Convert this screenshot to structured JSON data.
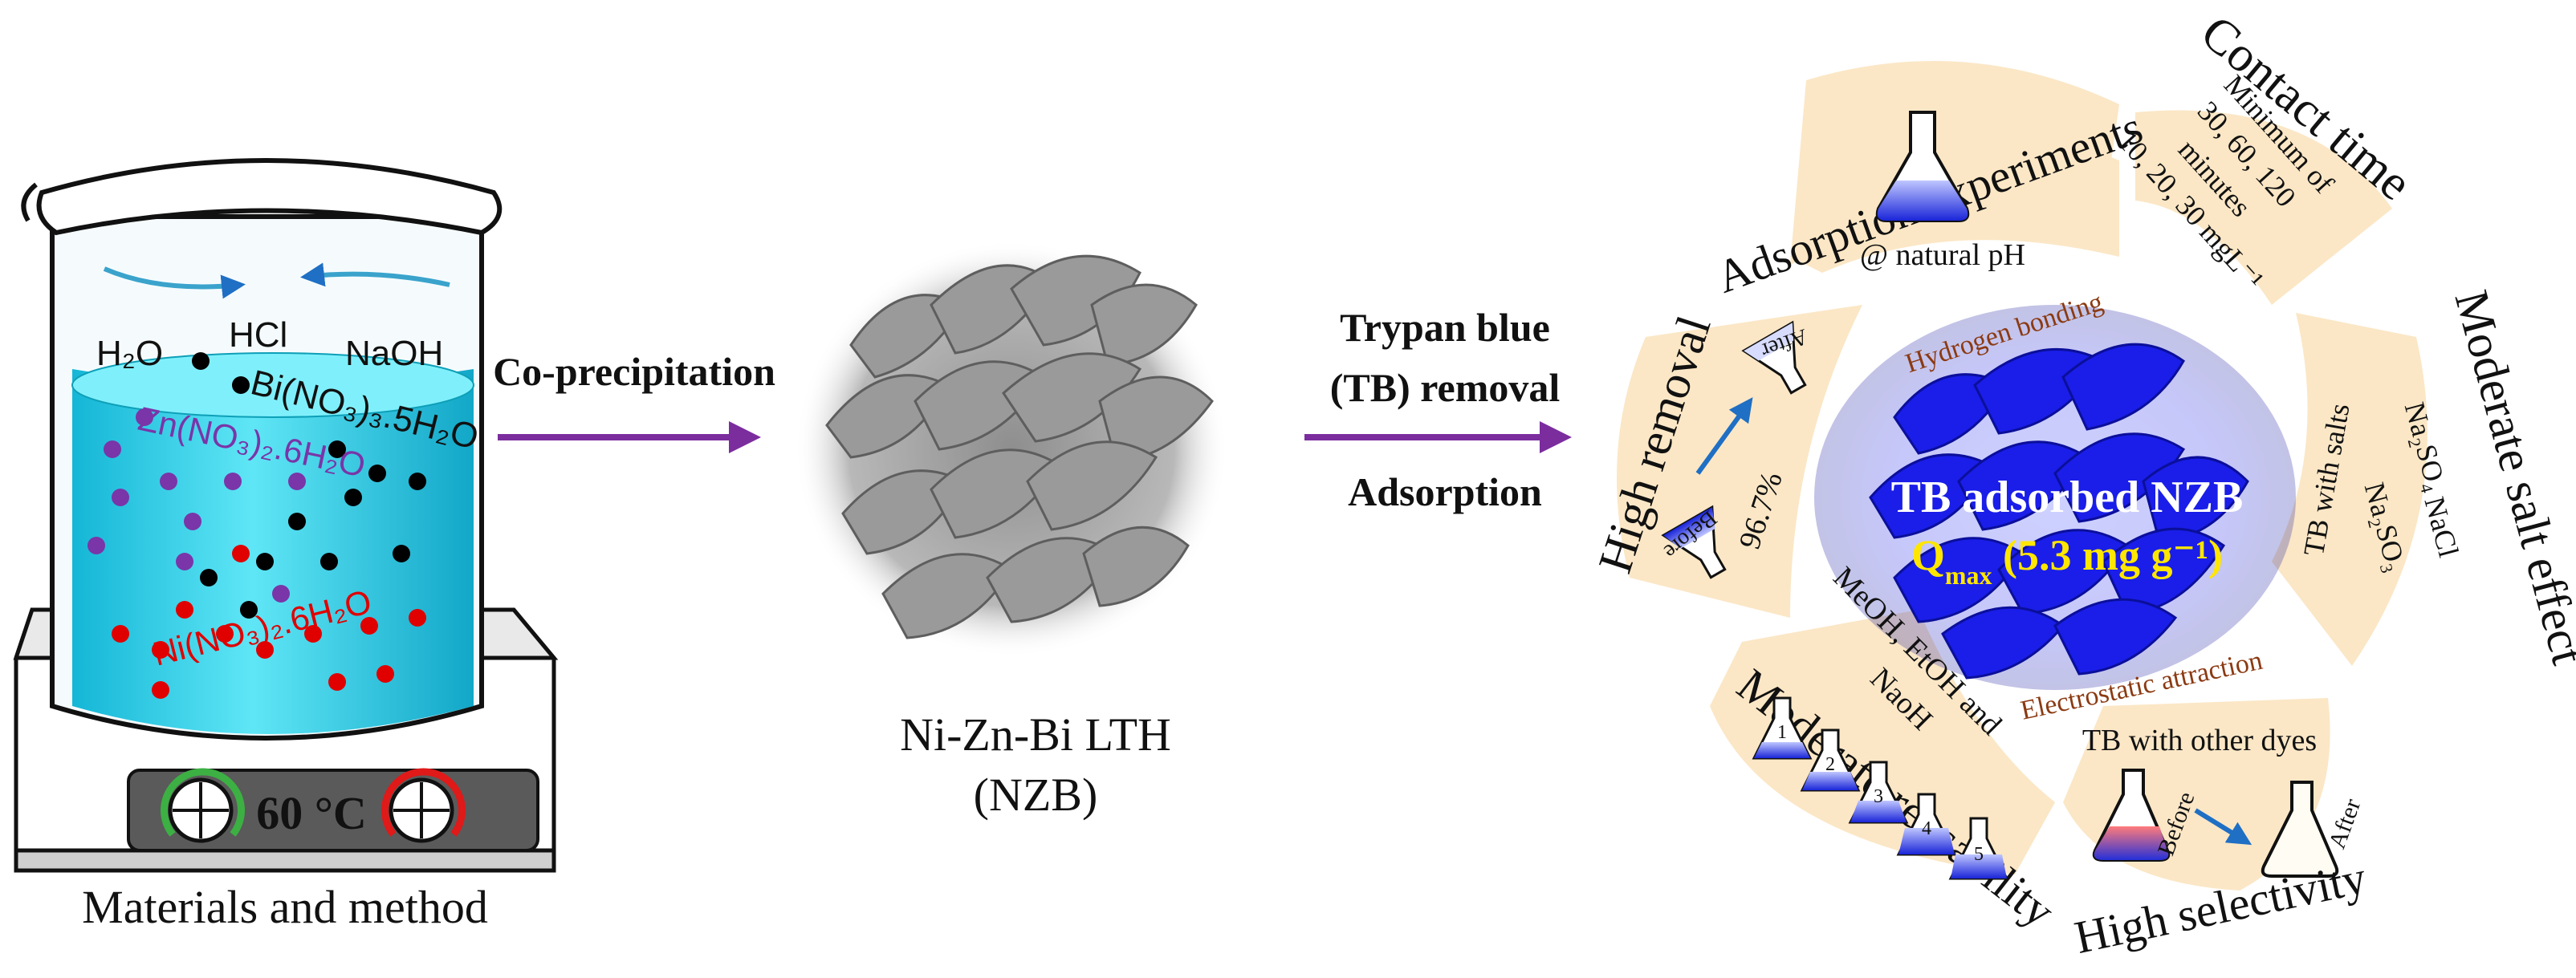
{
  "beaker": {
    "reagents": [
      "H₂O",
      "HCl",
      "NaOH"
    ],
    "salts": {
      "bi": "Bi(NO₃)₃.5H₂O",
      "zn": "Zn(NO₃)₂.6H₂O",
      "ni": "Ni(NO₃)₂.6H₂O"
    },
    "temperature": "60 °C",
    "caption": "Materials and method"
  },
  "step1": {
    "label": "Co-precipitation"
  },
  "product": {
    "name_line1": "Ni-Zn-Bi LTH",
    "name_line2": "(NZB)"
  },
  "step2": {
    "line1": "Trypan blue",
    "line2": "(TB)  removal",
    "line3": "Adsorption"
  },
  "center": {
    "title": "TB adsorbed NZB",
    "qmax_prefix": "Q",
    "qmax_sub": "max",
    "qmax_value": " (5.3 mg g⁻¹)",
    "mech_top": "Hydrogen bonding",
    "mech_bottom": "Electrostatic attraction"
  },
  "petals": {
    "adsorption": {
      "title": "Adsorption experiments",
      "note": "@ natural pH"
    },
    "contact": {
      "title": "Contact time",
      "l1": "Minimum of",
      "l2": "30, 60, 120",
      "l3": "minutes",
      "l4": "10, 20, 30 mgL⁻¹"
    },
    "salt": {
      "title": "Moderate salt effect",
      "s1": "Na₂SO₄",
      "s2": "NaCl",
      "s3": "Na₂SO₃",
      "note": "TB with salts"
    },
    "selectivity": {
      "title": "High selectivity",
      "note": "TB with other dyes",
      "before": "Before",
      "after": "After"
    },
    "reusability": {
      "title": "Moderate reusability",
      "solvents_l1": "MeOH, EtOH and",
      "solvents_l2": "NaoH",
      "cycles": [
        "1",
        "2",
        "3",
        "4",
        "5"
      ]
    },
    "removal": {
      "title": "High removal",
      "percent": "96.7%",
      "before": "Before",
      "after": "After"
    }
  },
  "colors": {
    "arrow": "#7b2d9e",
    "petal": "#fbe7c6",
    "liquid": "#25d4ec",
    "tb_blue": "#1a1ee8",
    "ni_dot": "#e00000",
    "zn_dot": "#7a35a8",
    "bi_dot": "#000000",
    "mechanism": "#8b3a12",
    "qmax": "#ffe600"
  }
}
